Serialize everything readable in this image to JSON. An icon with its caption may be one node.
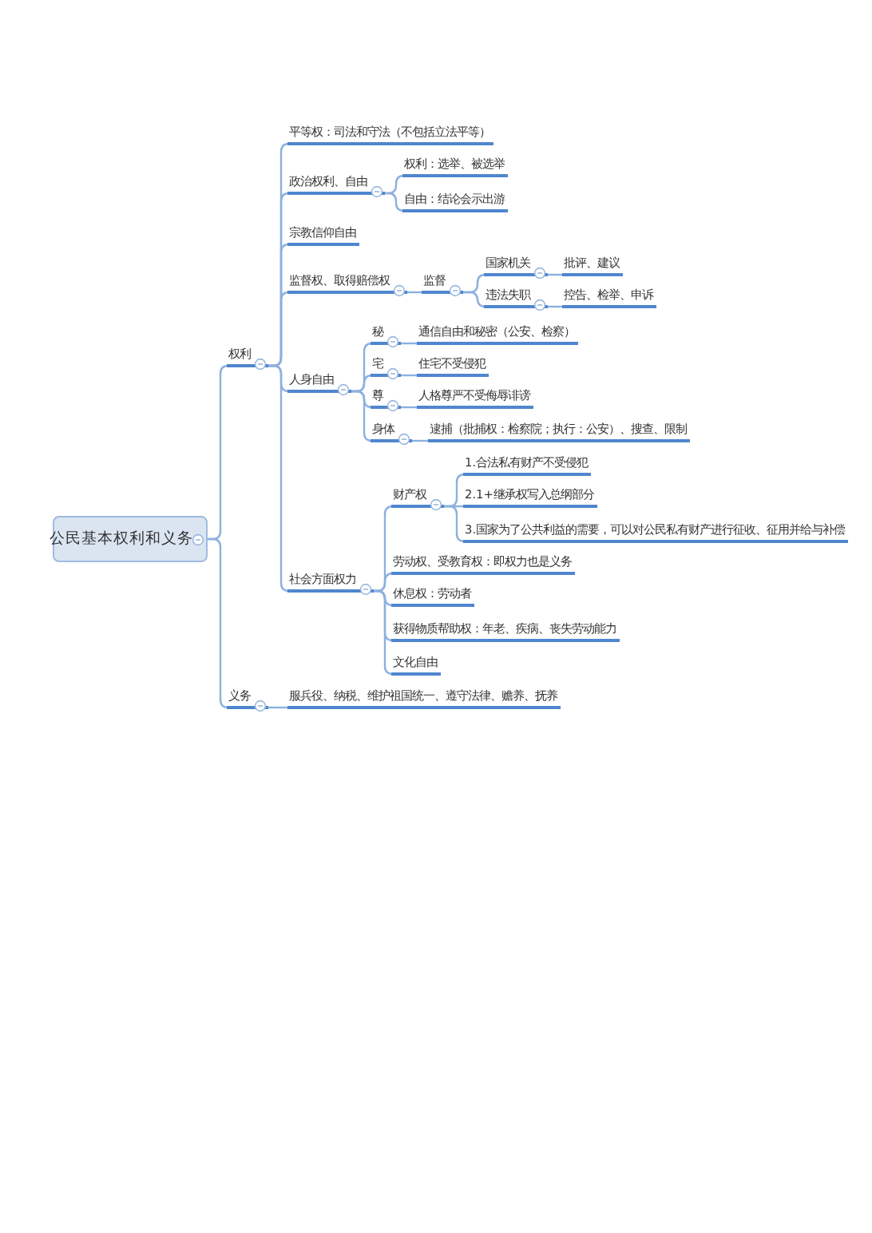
{
  "diagram": {
    "nodes": [
      {
        "text": [
          "公民基本权利和义务"
        ]
      },
      {
        "text": [
          "权利"
        ]
      },
      {
        "text": [
          "义务"
        ]
      },
      {
        "text": [
          "平等权：司法和守法（不包括立法平等）"
        ]
      },
      {
        "text": [
          "政治权利、自由"
        ]
      },
      {
        "text": [
          "权利：选举、被选举"
        ]
      },
      {
        "text": [
          "自由：结论会示出游"
        ]
      },
      {
        "text": [
          "宗教信仰自由"
        ]
      },
      {
        "text": [
          "监督权、取得赔偿权"
        ]
      },
      {
        "text": [
          "监督"
        ]
      },
      {
        "text": [
          "国家机关"
        ]
      },
      {
        "text": [
          "批评、建议"
        ]
      },
      {
        "text": [
          "违法失职"
        ]
      },
      {
        "text": [
          "控告、检举、申诉"
        ]
      },
      {
        "text": [
          "人身自由"
        ]
      },
      {
        "text": [
          "秘"
        ]
      },
      {
        "text": [
          "通信自由和秘密（公安、检察）"
        ]
      },
      {
        "text": [
          "宅"
        ]
      },
      {
        "text": [
          "住宅不受侵犯"
        ]
      },
      {
        "text": [
          "尊"
        ]
      },
      {
        "text": [
          "人格尊严不受侮辱诽谤"
        ]
      },
      {
        "text": [
          "身体"
        ]
      },
      {
        "text": [
          "逮捕（批捕权：检察院；执行：公安）、搜查、限制"
        ]
      },
      {
        "text": [
          "社会方面权力"
        ]
      },
      {
        "text": [
          "财产权"
        ]
      },
      {
        "text": [
          "1.合法私有财产不受侵犯"
        ]
      },
      {
        "text": [
          "2.1+继承权写入总纲部分"
        ]
      },
      {
        "text": [
          "3.国家为了公共利益的需要，可以对公民私有财产进行征收、征用并给与补偿"
        ]
      },
      {
        "text": [
          "劳动权、受教育权：即权力也是义务"
        ]
      },
      {
        "text": [
          "休息权：劳动者"
        ]
      },
      {
        "text": [
          "获得物质帮助权：年老、疾病、丧失劳动能力"
        ]
      },
      {
        "text": [
          "文化自由"
        ]
      },
      {
        "text": [
          "服兵役、纳税、维护祖国统一、遵守法律、赡养、抚养"
        ]
      }
    ],
    "edges": [
      {
        "from": 0,
        "to": 1,
        "arrow": "none"
      },
      {
        "from": 0,
        "to": 2,
        "arrow": "none"
      },
      {
        "from": 1,
        "to": 3,
        "arrow": "none"
      },
      {
        "from": 1,
        "to": 4,
        "arrow": "none"
      },
      {
        "from": 1,
        "to": 7,
        "arrow": "none"
      },
      {
        "from": 1,
        "to": 8,
        "arrow": "none"
      },
      {
        "from": 1,
        "to": 14,
        "arrow": "none"
      },
      {
        "from": 1,
        "to": 23,
        "arrow": "none"
      },
      {
        "from": 4,
        "to": 5,
        "arrow": "none"
      },
      {
        "from": 4,
        "to": 6,
        "arrow": "none"
      },
      {
        "from": 8,
        "to": 9,
        "arrow": "none"
      },
      {
        "from": 9,
        "to": 10,
        "arrow": "none"
      },
      {
        "from": 9,
        "to": 12,
        "arrow": "none"
      },
      {
        "from": 10,
        "to": 11,
        "arrow": "none"
      },
      {
        "from": 12,
        "to": 13,
        "arrow": "none"
      },
      {
        "from": 14,
        "to": 15,
        "arrow": "none"
      },
      {
        "from": 14,
        "to": 17,
        "arrow": "none"
      },
      {
        "from": 14,
        "to": 19,
        "arrow": "none"
      },
      {
        "from": 14,
        "to": 21,
        "arrow": "none"
      },
      {
        "from": 15,
        "to": 16,
        "arrow": "none"
      },
      {
        "from": 17,
        "to": 18,
        "arrow": "none"
      },
      {
        "from": 19,
        "to": 20,
        "arrow": "none"
      },
      {
        "from": 21,
        "to": 22,
        "arrow": "none"
      },
      {
        "from": 23,
        "to": 24,
        "arrow": "none"
      },
      {
        "from": 23,
        "to": 28,
        "arrow": "none"
      },
      {
        "from": 23,
        "to": 29,
        "arrow": "none"
      },
      {
        "from": 23,
        "to": 30,
        "arrow": "none"
      },
      {
        "from": 23,
        "to": 31,
        "arrow": "none"
      },
      {
        "from": 24,
        "to": 25,
        "arrow": "none"
      },
      {
        "from": 24,
        "to": 26,
        "arrow": "none"
      },
      {
        "from": 24,
        "to": 27,
        "arrow": "none"
      },
      {
        "from": 2,
        "to": 32,
        "arrow": "none"
      }
    ]
  }
}
